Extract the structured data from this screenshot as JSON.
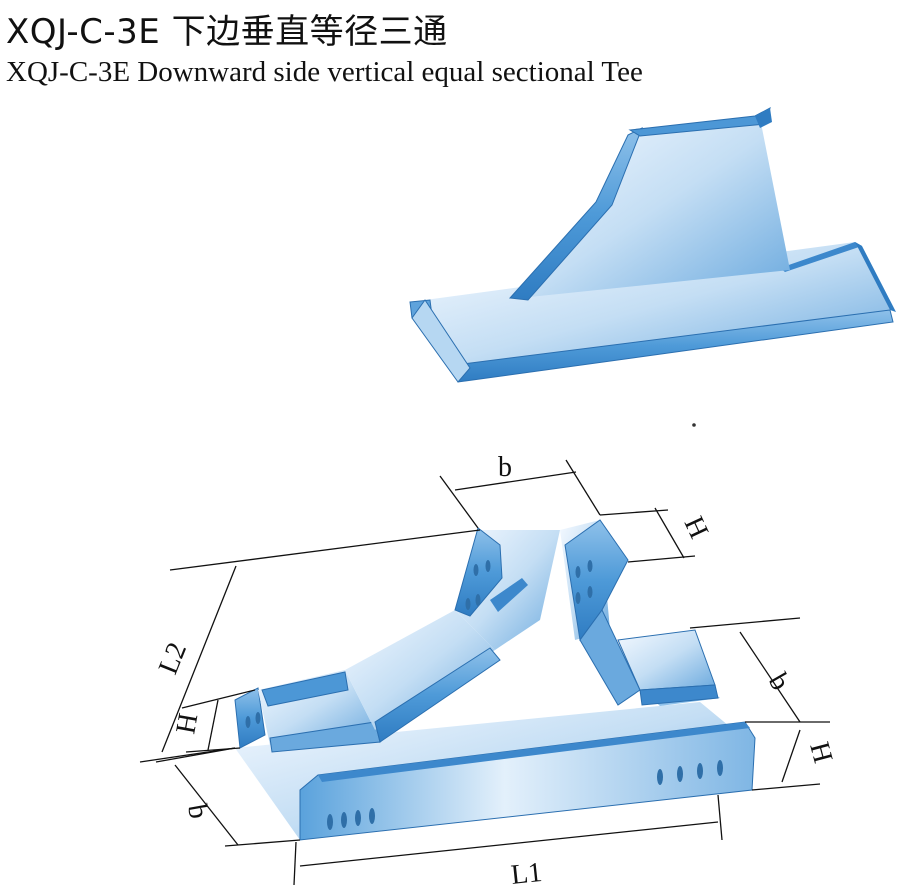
{
  "title": {
    "cn": "XQJ-C-3E 下边垂直等径三通",
    "en": "XQJ-C-3E  Downward side vertical equal sectional Tee"
  },
  "dimensions": {
    "b_top": "b",
    "H_top": "H",
    "L2": "L2",
    "H_left": "H",
    "b_left": "b",
    "b_right": "b",
    "H_right": "H",
    "L1": "L1"
  },
  "colors": {
    "metal_light": "#e8f2fb",
    "metal_mid": "#9cc8ec",
    "metal_dark": "#3f8fd2",
    "edge": "#2b6fb0",
    "line": "#111111"
  }
}
